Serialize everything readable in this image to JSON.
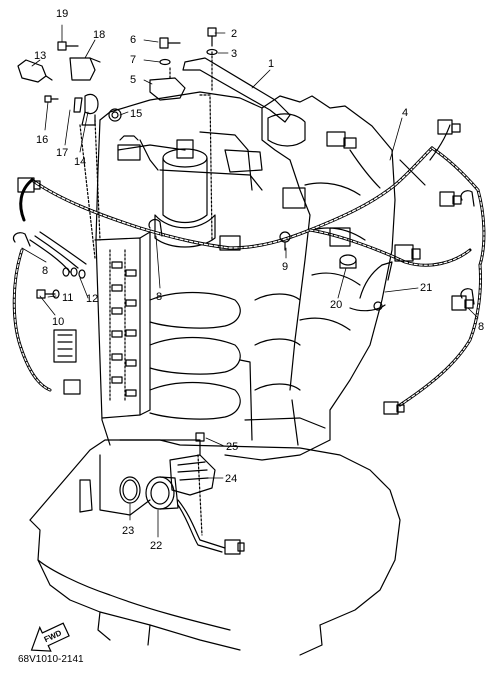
{
  "callouts": [
    "1",
    "2",
    "3",
    "4",
    "5",
    "6",
    "7",
    "8",
    "9",
    "10",
    "11",
    "12",
    "13",
    "14",
    "15",
    "16",
    "17",
    "18",
    "19",
    "20",
    "21",
    "22",
    "23",
    "24",
    "25"
  ],
  "label_8": "8",
  "fwd_label": "FWD",
  "drawing_code": "68V1010-2141"
}
